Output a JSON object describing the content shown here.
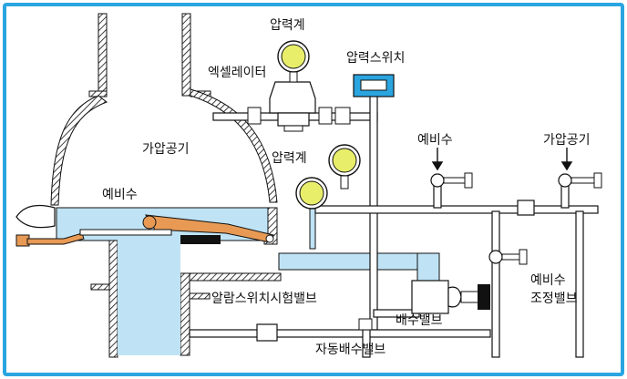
{
  "labels": {
    "gauge_top": "압력계",
    "accelerator": "엑셀레이터",
    "pressure_switch": "압력스위치",
    "pressurized_air_left": "가압공기",
    "gauge_mid": "압력계",
    "priming_water_top": "예비수",
    "pressurized_air_right": "가압공기",
    "priming_water_left": "예비수",
    "priming_adjust_line1": "예비수",
    "priming_adjust_line2": "조정밸브",
    "alarm_test_valve": "알람스위치시험밸브",
    "drain_valve": "배수밸브",
    "auto_drain_valve": "자동배수밸브"
  },
  "colors": {
    "frame": "#2aa5e0",
    "water": "#bfe3f5",
    "gauge_face": "#e8ee6a",
    "pipe": "#ffffff",
    "stroke": "#111111",
    "clapper": "#e89a55",
    "switch_box": "#2aa5e0"
  }
}
